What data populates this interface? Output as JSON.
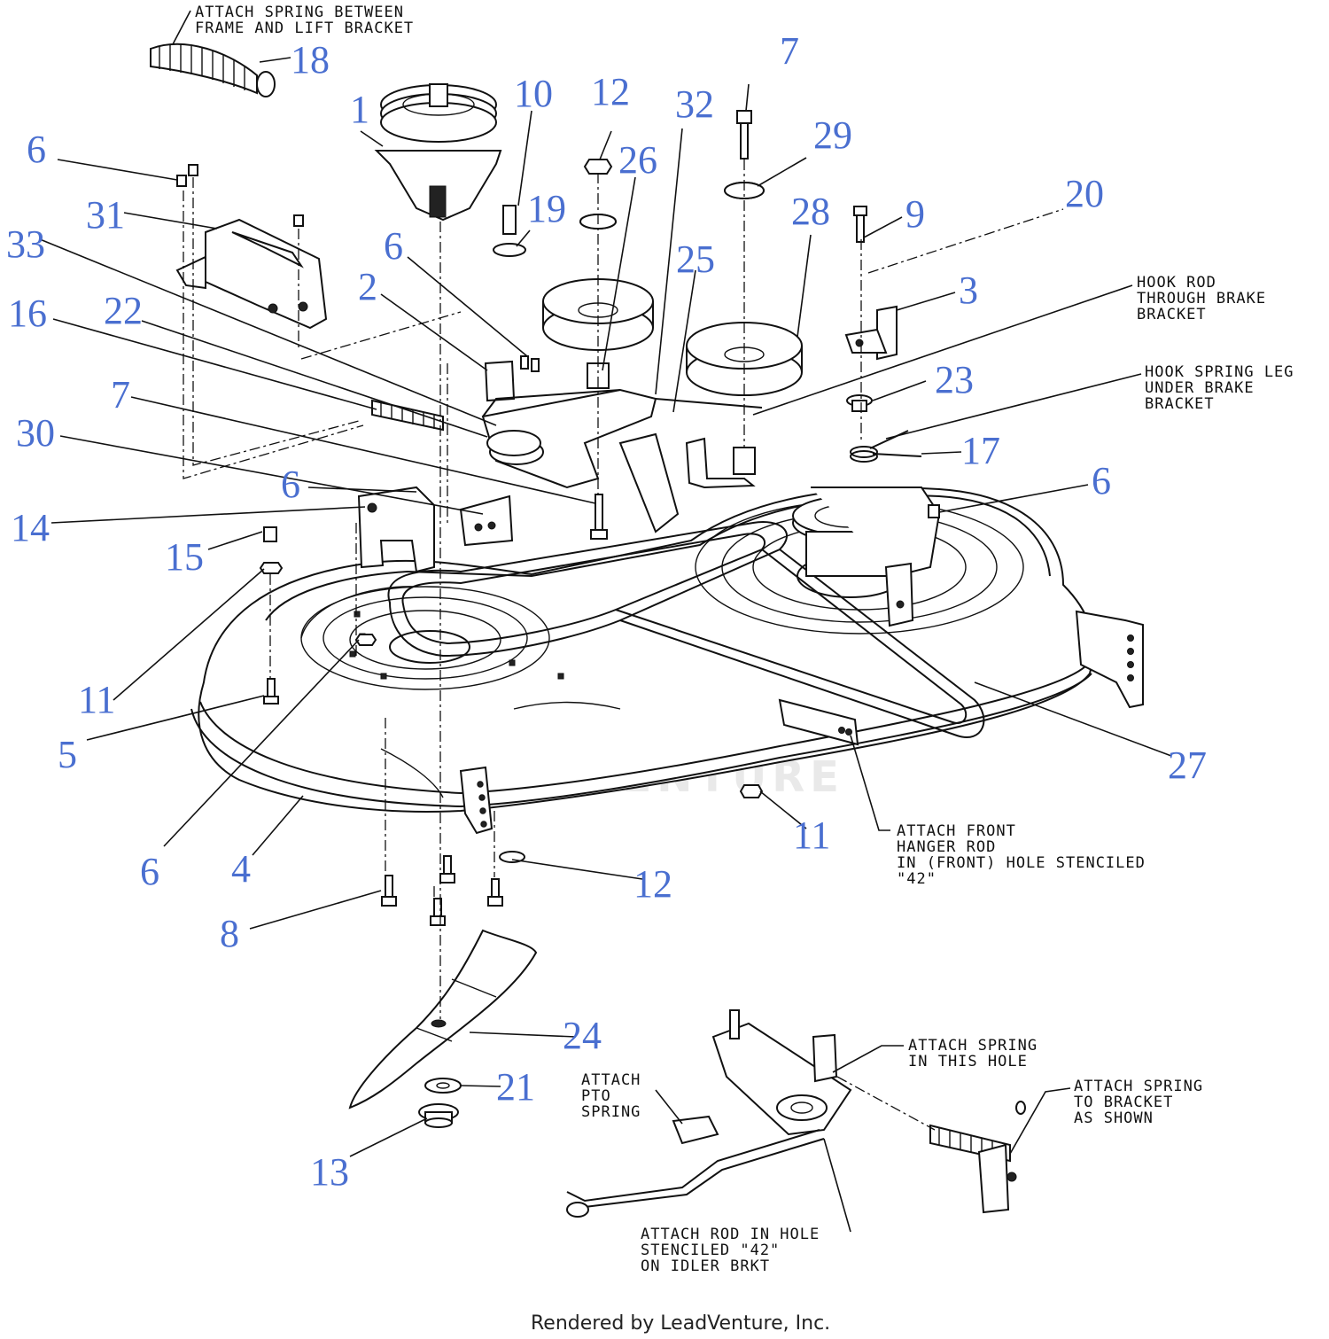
{
  "callouts": [
    {
      "id": "c18",
      "text": "18"
    },
    {
      "id": "c1",
      "text": "1"
    },
    {
      "id": "c10",
      "text": "10"
    },
    {
      "id": "c12a",
      "text": "12"
    },
    {
      "id": "c32",
      "text": "32"
    },
    {
      "id": "c7a",
      "text": "7"
    },
    {
      "id": "c29",
      "text": "29"
    },
    {
      "id": "c6a",
      "text": "6"
    },
    {
      "id": "c26",
      "text": "26"
    },
    {
      "id": "c19",
      "text": "19"
    },
    {
      "id": "c28",
      "text": "28"
    },
    {
      "id": "c9",
      "text": "9"
    },
    {
      "id": "c20",
      "text": "20"
    },
    {
      "id": "c31",
      "text": "31"
    },
    {
      "id": "c33",
      "text": "33"
    },
    {
      "id": "c6b",
      "text": "6"
    },
    {
      "id": "c25",
      "text": "25"
    },
    {
      "id": "c2",
      "text": "2"
    },
    {
      "id": "c3",
      "text": "3"
    },
    {
      "id": "c16",
      "text": "16"
    },
    {
      "id": "c22",
      "text": "22"
    },
    {
      "id": "c7b",
      "text": "7"
    },
    {
      "id": "c23",
      "text": "23"
    },
    {
      "id": "c30",
      "text": "30"
    },
    {
      "id": "c17",
      "text": "17"
    },
    {
      "id": "c6c",
      "text": "6"
    },
    {
      "id": "c6d",
      "text": "6"
    },
    {
      "id": "c14",
      "text": "14"
    },
    {
      "id": "c15",
      "text": "15"
    },
    {
      "id": "c11a",
      "text": "11"
    },
    {
      "id": "c5",
      "text": "5"
    },
    {
      "id": "c27",
      "text": "27"
    },
    {
      "id": "c6e",
      "text": "6"
    },
    {
      "id": "c4",
      "text": "4"
    },
    {
      "id": "c11b",
      "text": "11"
    },
    {
      "id": "c12b",
      "text": "12"
    },
    {
      "id": "c8",
      "text": "8"
    },
    {
      "id": "c24",
      "text": "24"
    },
    {
      "id": "c21",
      "text": "21"
    },
    {
      "id": "c13",
      "text": "13"
    }
  ],
  "notes": {
    "spring_frame": [
      "ATTACH SPRING BETWEEN",
      "FRAME AND LIFT BRACKET"
    ],
    "hook_rod": [
      "HOOK ROD",
      "THROUGH BRAKE",
      "BRACKET"
    ],
    "hook_spring": [
      "HOOK SPRING LEG",
      "UNDER BRAKE",
      "BRACKET"
    ],
    "front_hanger": [
      "ATTACH FRONT",
      "HANGER ROD",
      "IN (FRONT) HOLE STENCILED",
      "\"42\""
    ],
    "spring_hole": [
      "ATTACH SPRING",
      "IN THIS HOLE"
    ],
    "pto_spring": [
      "ATTACH",
      "PTO",
      "SPRING"
    ],
    "spring_bracket": [
      "ATTACH SPRING",
      "TO BRACKET",
      "AS SHOWN"
    ],
    "rod_hole": [
      "ATTACH ROD IN HOLE",
      "STENCILED \"42\"",
      "ON IDLER BRKT"
    ]
  },
  "watermark": "LEADVENTURE",
  "footer": "Rendered by LeadVenture, Inc."
}
